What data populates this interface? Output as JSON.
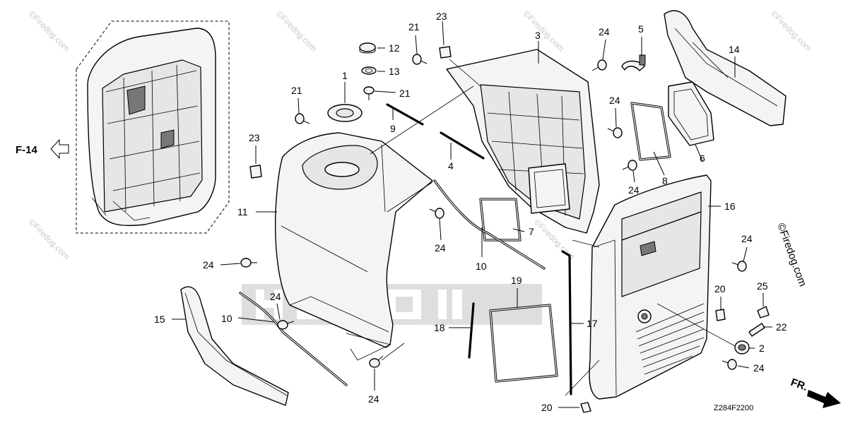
{
  "diagram": {
    "drawing_code": "Z284F2200",
    "reference_label": "F-14",
    "direction_label": "FR.",
    "watermark": "©Firedog.com",
    "callouts": {
      "c1": "1",
      "c2": "2",
      "c3": "3",
      "c4": "4",
      "c5": "5",
      "c6": "6",
      "c7": "7",
      "c8": "8",
      "c9": "9",
      "c10a": "10",
      "c10b": "10",
      "c11": "11",
      "c12": "12",
      "c13": "13",
      "c14": "14",
      "c15": "15",
      "c16": "16",
      "c17": "17",
      "c18": "18",
      "c19": "19",
      "c20a": "20",
      "c20b": "20",
      "c21a": "21",
      "c21b": "21",
      "c21c": "21",
      "c22": "22",
      "c23a": "23",
      "c23b": "23",
      "c24a": "24",
      "c24b": "24",
      "c24c": "24",
      "c24d": "24",
      "c24e": "24",
      "c24f": "24",
      "c24g": "24",
      "c24h": "24",
      "c24i": "24",
      "c25": "25"
    },
    "colors": {
      "line": "#000000",
      "background": "#ffffff",
      "watermark": "#c9c9c9",
      "part_fill": "#f4f4f4"
    }
  }
}
